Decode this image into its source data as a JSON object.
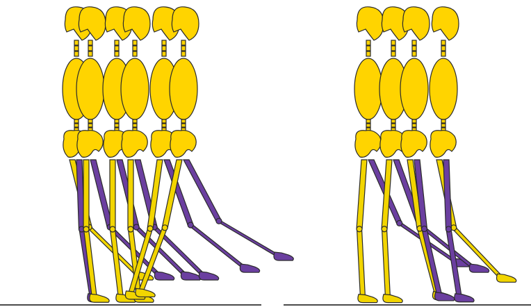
{
  "colors": {
    "background": "#ffffff",
    "body_fill": "#ffd400",
    "body_stroke": "#2a2a2a",
    "stance_leg": "#f2d500",
    "swing_leg": "#6b3fa0",
    "ground": "#4a4a4a"
  },
  "panels": [
    {
      "figures": [
        {
          "stance_angle_deg": 14,
          "swing_angle_deg": 2
        },
        {
          "stance_angle_deg": 0,
          "swing_angle_deg": 14
        },
        {
          "stance_angle_deg": 0,
          "swing_angle_deg": 14
        },
        {
          "stance_angle_deg": 0,
          "swing_angle_deg": 14
        },
        {
          "stance_angle_deg": -8,
          "swing_angle_deg": 20
        },
        {
          "stance_angle_deg": -12,
          "swing_angle_deg": 28
        }
      ]
    },
    {
      "figures": [
        {
          "stance_angle_deg": -4,
          "swing_angle_deg": 24
        },
        {
          "stance_angle_deg": -4,
          "swing_angle_deg": 20
        },
        {
          "stance_angle_deg": 8,
          "swing_angle_deg": 6
        },
        {
          "stance_angle_deg": 12,
          "swing_angle_deg": 2
        }
      ]
    }
  ]
}
